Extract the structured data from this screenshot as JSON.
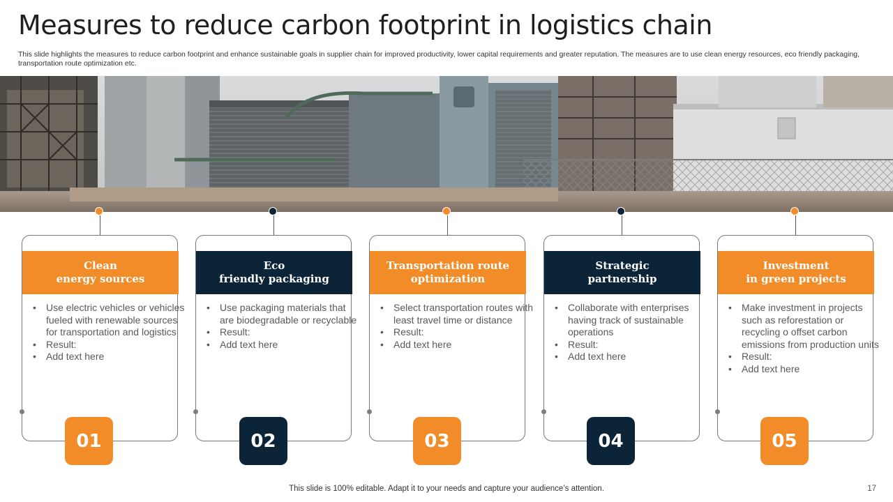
{
  "slide": {
    "title": "Measures to reduce carbon footprint in logistics chain",
    "subtitle": "This slide highlights the measures to reduce carbon footprint and enhance sustainable goals in supplier chain for improved productivity,  lower capital requirements and greater reputation. The measures are to use clean energy resources, eco friendly packaging, transportation route optimization etc.",
    "footer": "This slide is 100% editable. Adapt it to your needs and capture your audience’s attention.",
    "page_number": "17"
  },
  "colors": {
    "orange": "#f28c28",
    "navy": "#0c2438"
  },
  "photo": {
    "icon": "industrial-plant-photo"
  },
  "cards": [
    {
      "heading": "Clean\nenergy sources",
      "color": "orange",
      "number": "01",
      "bullets": [
        "Use electric vehicles or vehicles fueled with renewable sources for transportation and logistics",
        "Result:",
        "Add text here"
      ]
    },
    {
      "heading": "Eco\nfriendly packaging",
      "color": "navy",
      "number": "02",
      "bullets": [
        "Use packaging materials that are biodegradable or recyclable",
        "Result:",
        "Add text here"
      ]
    },
    {
      "heading": "Transportation route\noptimization",
      "color": "orange",
      "number": "03",
      "bullets": [
        "Select transportation routes with least travel time or distance",
        "Result:",
        "Add text here"
      ]
    },
    {
      "heading": "Strategic\npartnership",
      "color": "navy",
      "number": "04",
      "bullets": [
        "Collaborate with enterprises having track of sustainable operations",
        "Result:",
        "Add text here"
      ]
    },
    {
      "heading": "Investment\nin green projects",
      "color": "orange",
      "number": "05",
      "bullets": [
        "Make investment in projects such as reforestation or recycling o offset carbon emissions from production units",
        "Result:",
        "Add text here"
      ]
    }
  ]
}
